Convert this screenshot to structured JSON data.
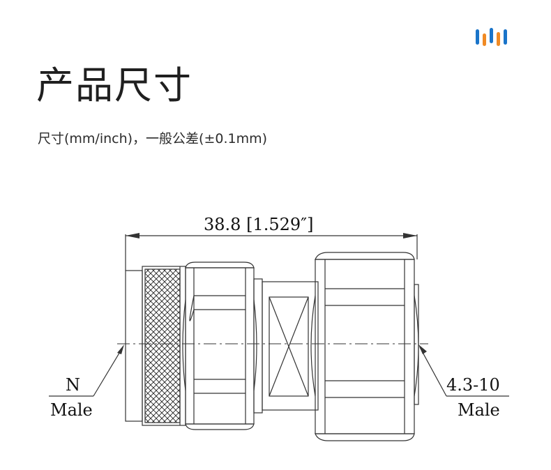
{
  "header": {
    "title": "产品尺寸",
    "subtitle": "尺寸(mm/inch)，一般公差(±0.1mm)",
    "logo_icon": "brand-bars-icon",
    "logo_colors": [
      "#1a74c9",
      "#f08a24",
      "#1a74c9",
      "#f08a24",
      "#1a74c9"
    ]
  },
  "diagram": {
    "overall_dimension": "38.8 [1.529″]",
    "left_label_top": "N",
    "left_label_bottom": "Male",
    "right_label_top": "4.3-10",
    "right_label_bottom": "Male"
  }
}
